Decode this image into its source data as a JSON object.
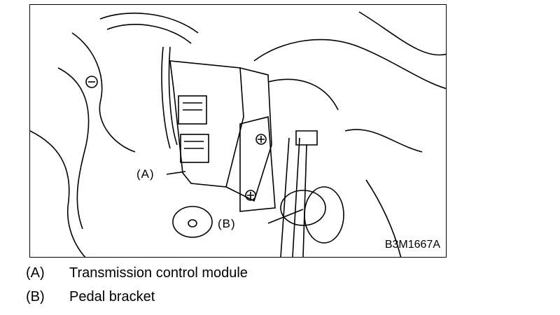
{
  "figure": {
    "code": "B3M1667A",
    "callouts": [
      {
        "key": "(A)"
      },
      {
        "key": "(B)"
      }
    ]
  },
  "legend": [
    {
      "key": "(A)",
      "text": "Transmission control module"
    },
    {
      "key": "(B)",
      "text": "Pedal bracket"
    }
  ]
}
